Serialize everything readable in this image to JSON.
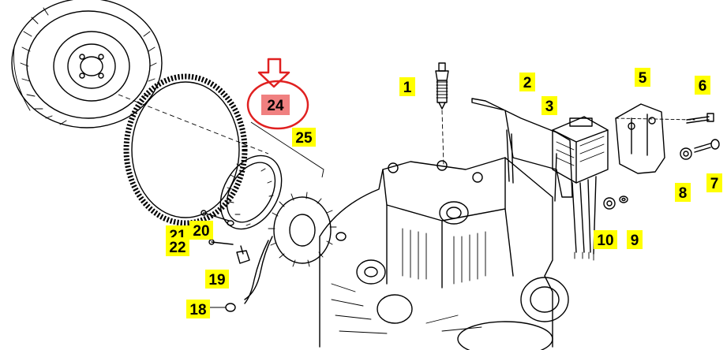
{
  "colors": {
    "label_bg": "#ffff00",
    "highlight_bg": "#f08080",
    "arrow_and_circle": "#e02020",
    "line_art": "#000000"
  },
  "labels": [
    {
      "id": "callout-1",
      "text": "1"
    },
    {
      "id": "callout-2",
      "text": "2"
    },
    {
      "id": "callout-3",
      "text": "3"
    },
    {
      "id": "callout-5",
      "text": "5"
    },
    {
      "id": "callout-6",
      "text": "6"
    },
    {
      "id": "callout-7",
      "text": "7"
    },
    {
      "id": "callout-8",
      "text": "8"
    },
    {
      "id": "callout-9",
      "text": "9"
    },
    {
      "id": "callout-10",
      "text": "10"
    },
    {
      "id": "callout-18",
      "text": "18"
    },
    {
      "id": "callout-19",
      "text": "19"
    },
    {
      "id": "callout-20",
      "text": "20"
    },
    {
      "id": "callout-21",
      "text": "21"
    },
    {
      "id": "callout-22",
      "text": "22"
    },
    {
      "id": "callout-24",
      "text": "24"
    },
    {
      "id": "callout-25",
      "text": "25"
    }
  ]
}
